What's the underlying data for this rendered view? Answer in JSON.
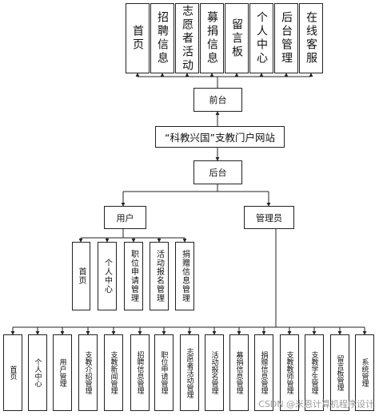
{
  "top_modules": [
    "首页",
    "招聘信息",
    "志愿者活动",
    "募捐信息",
    "留言板",
    "个人中心",
    "后台管理",
    "在线客服"
  ],
  "frontend": "前台",
  "site_title": "“科教兴国”支教门户网站",
  "backend": "后台",
  "user": "用户",
  "admin": "管理员",
  "user_modules": [
    "首页",
    "个人中心",
    "职位申请管理",
    "活动报名管理",
    "捐赠信息管理"
  ],
  "admin_modules": [
    "首页",
    "个人中心",
    "用户管理",
    "支教介绍管理",
    "支教新闻管理",
    "招聘信息管理",
    "职位申请管理",
    "志愿者活动管理",
    "活动报名管理",
    "募捐信息管理",
    "捐赠信息管理",
    "支教教师管理",
    "支教学生管理",
    "留言板管理",
    "系统管理"
  ],
  "watermark": "CSDN @米恩计算机程序设计"
}
